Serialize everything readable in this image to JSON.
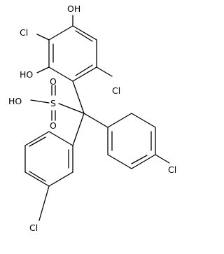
{
  "molecule": {
    "atom_labels": [
      "OH",
      "Cl",
      "HO",
      "Cl",
      "HO",
      "S",
      "O",
      "O",
      "Cl",
      "Cl"
    ]
  }
}
